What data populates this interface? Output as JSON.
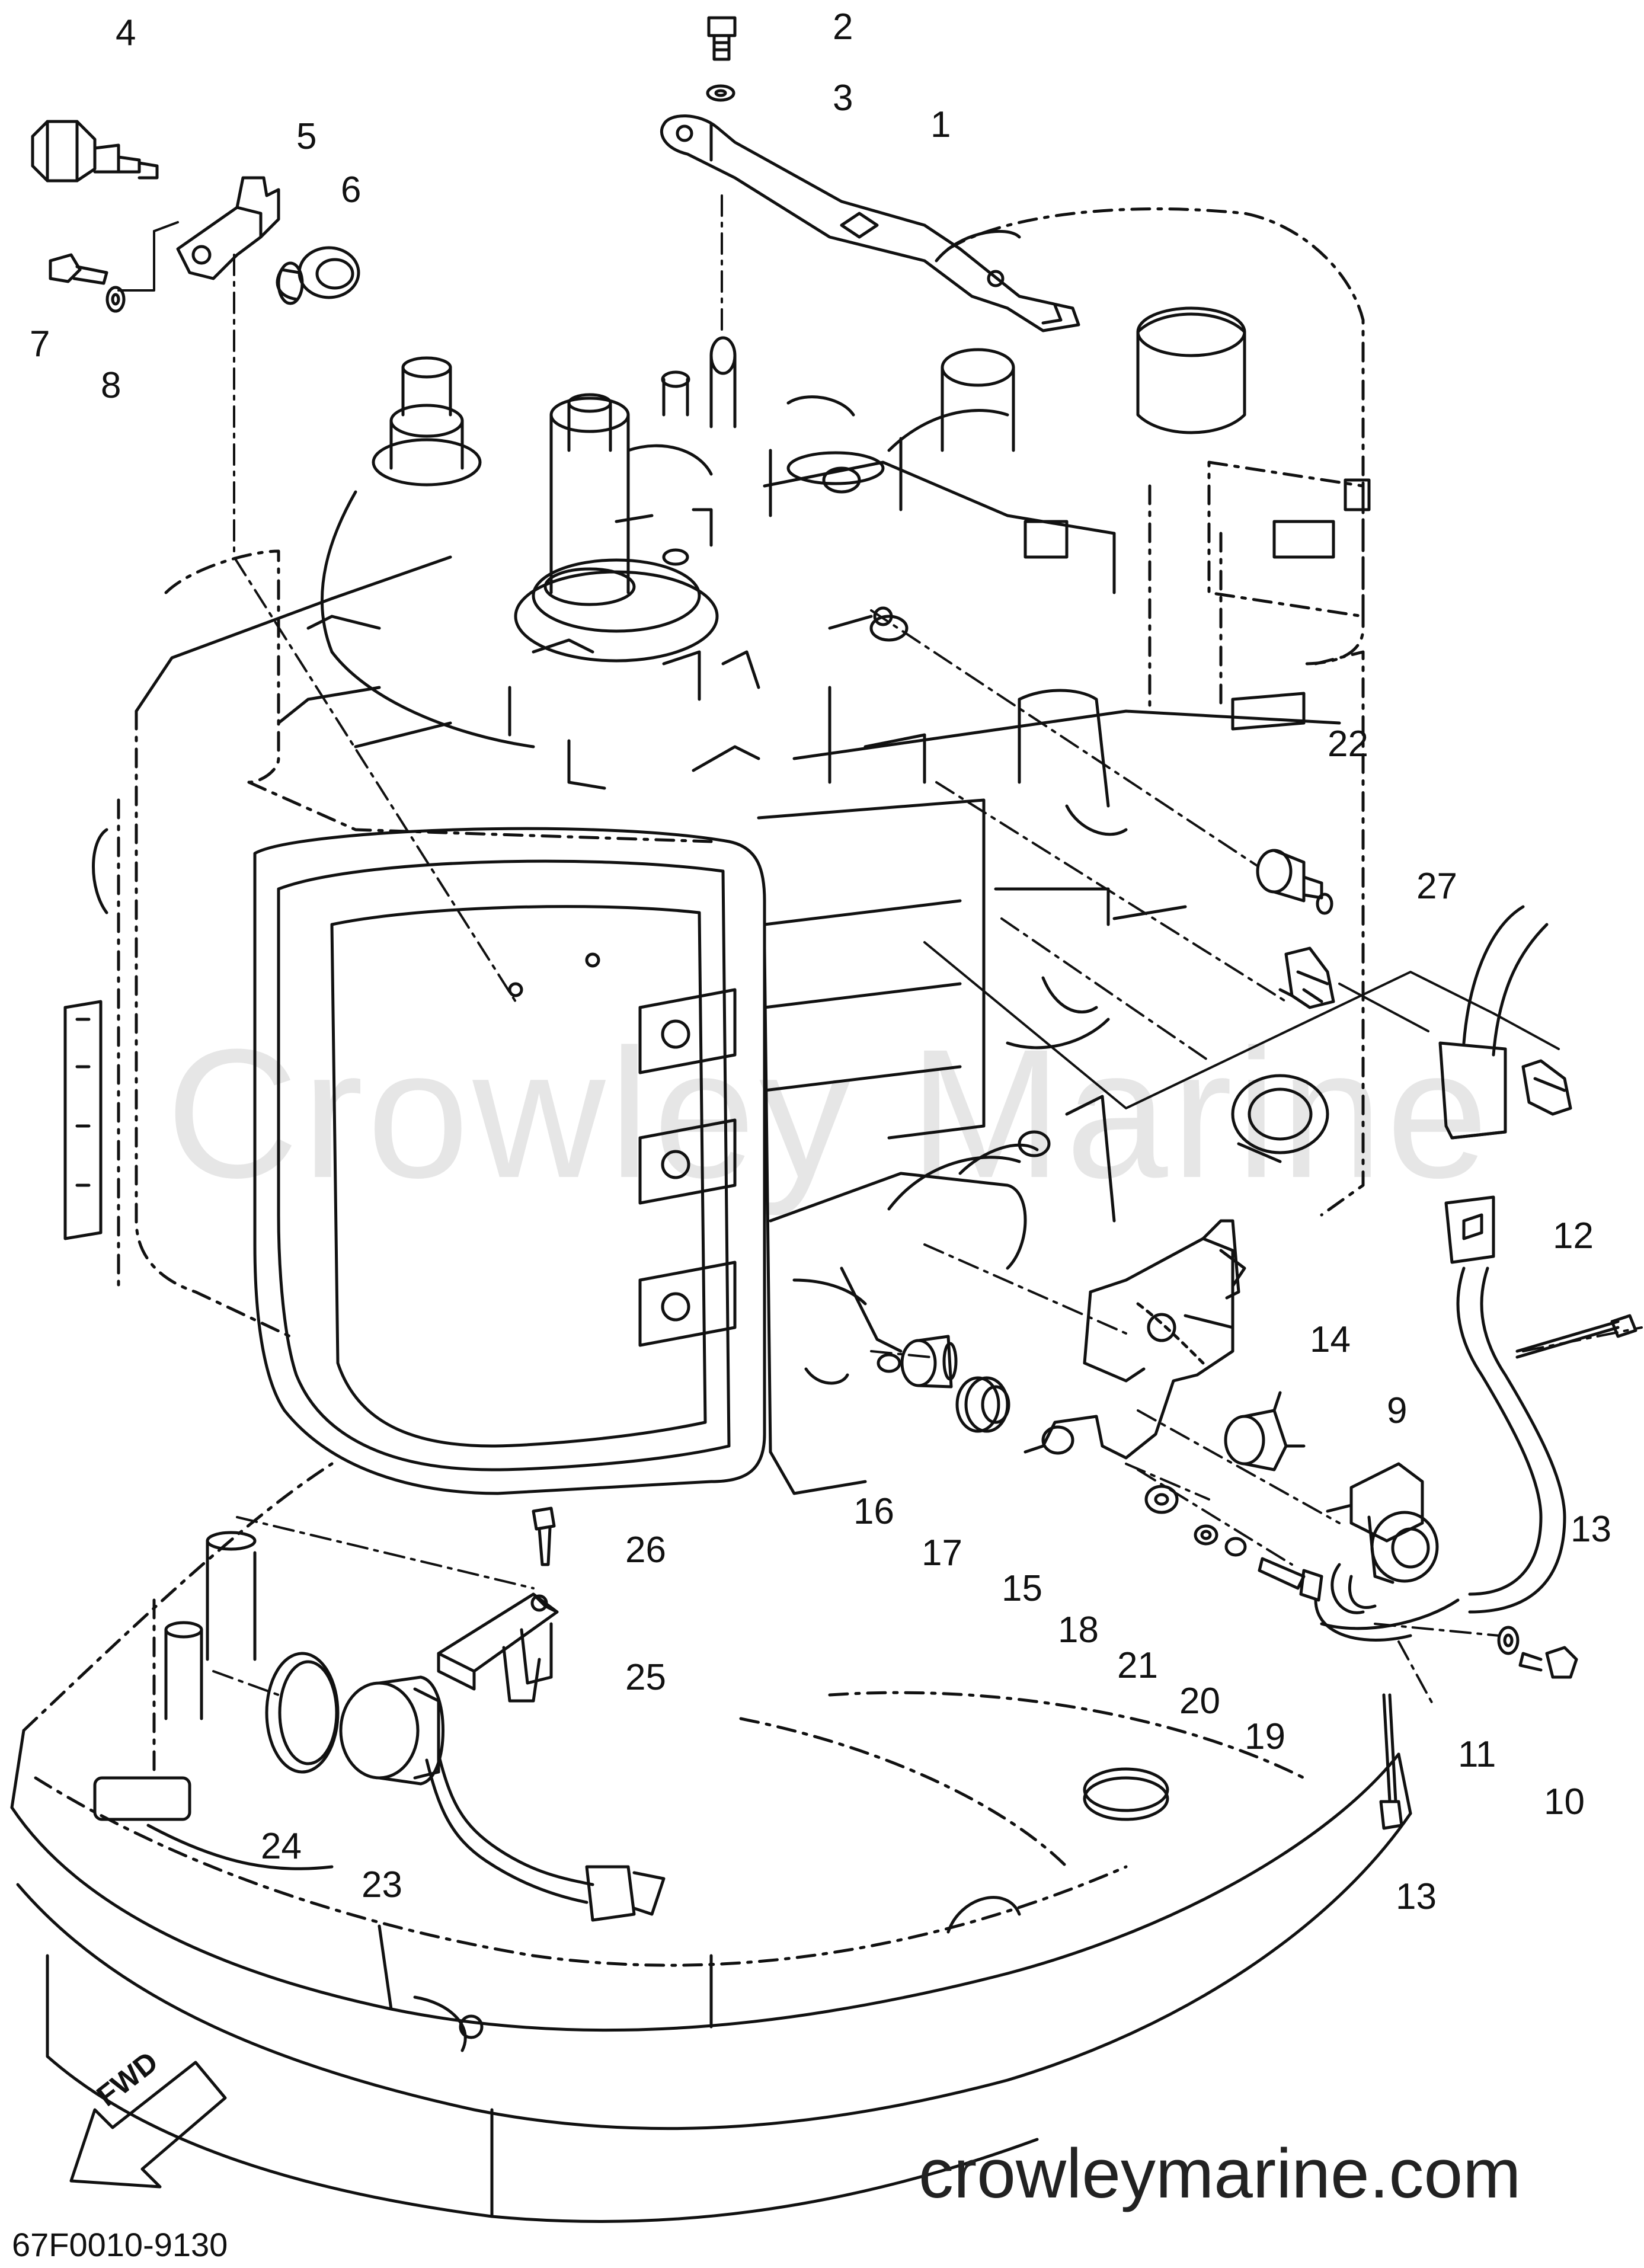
{
  "watermark": "Crowley Marine",
  "site_url": "crowleymarine.com",
  "drawing_code": "67F0010-9130",
  "direction_label": "FWD",
  "callouts": {
    "c1": "1",
    "c2": "2",
    "c3": "3",
    "c4": "4",
    "c5": "5",
    "c6": "6",
    "c7": "7",
    "c8": "8",
    "c9": "9",
    "c10": "10",
    "c11": "11",
    "c12": "12",
    "c13a": "13",
    "c13b": "13",
    "c14": "14",
    "c15": "15",
    "c16": "16",
    "c17": "17",
    "c18": "18",
    "c19": "19",
    "c20": "20",
    "c21": "21",
    "c22": "22",
    "c23": "23",
    "c24": "24",
    "c25": "25",
    "c26": "26",
    "c27": "27"
  }
}
